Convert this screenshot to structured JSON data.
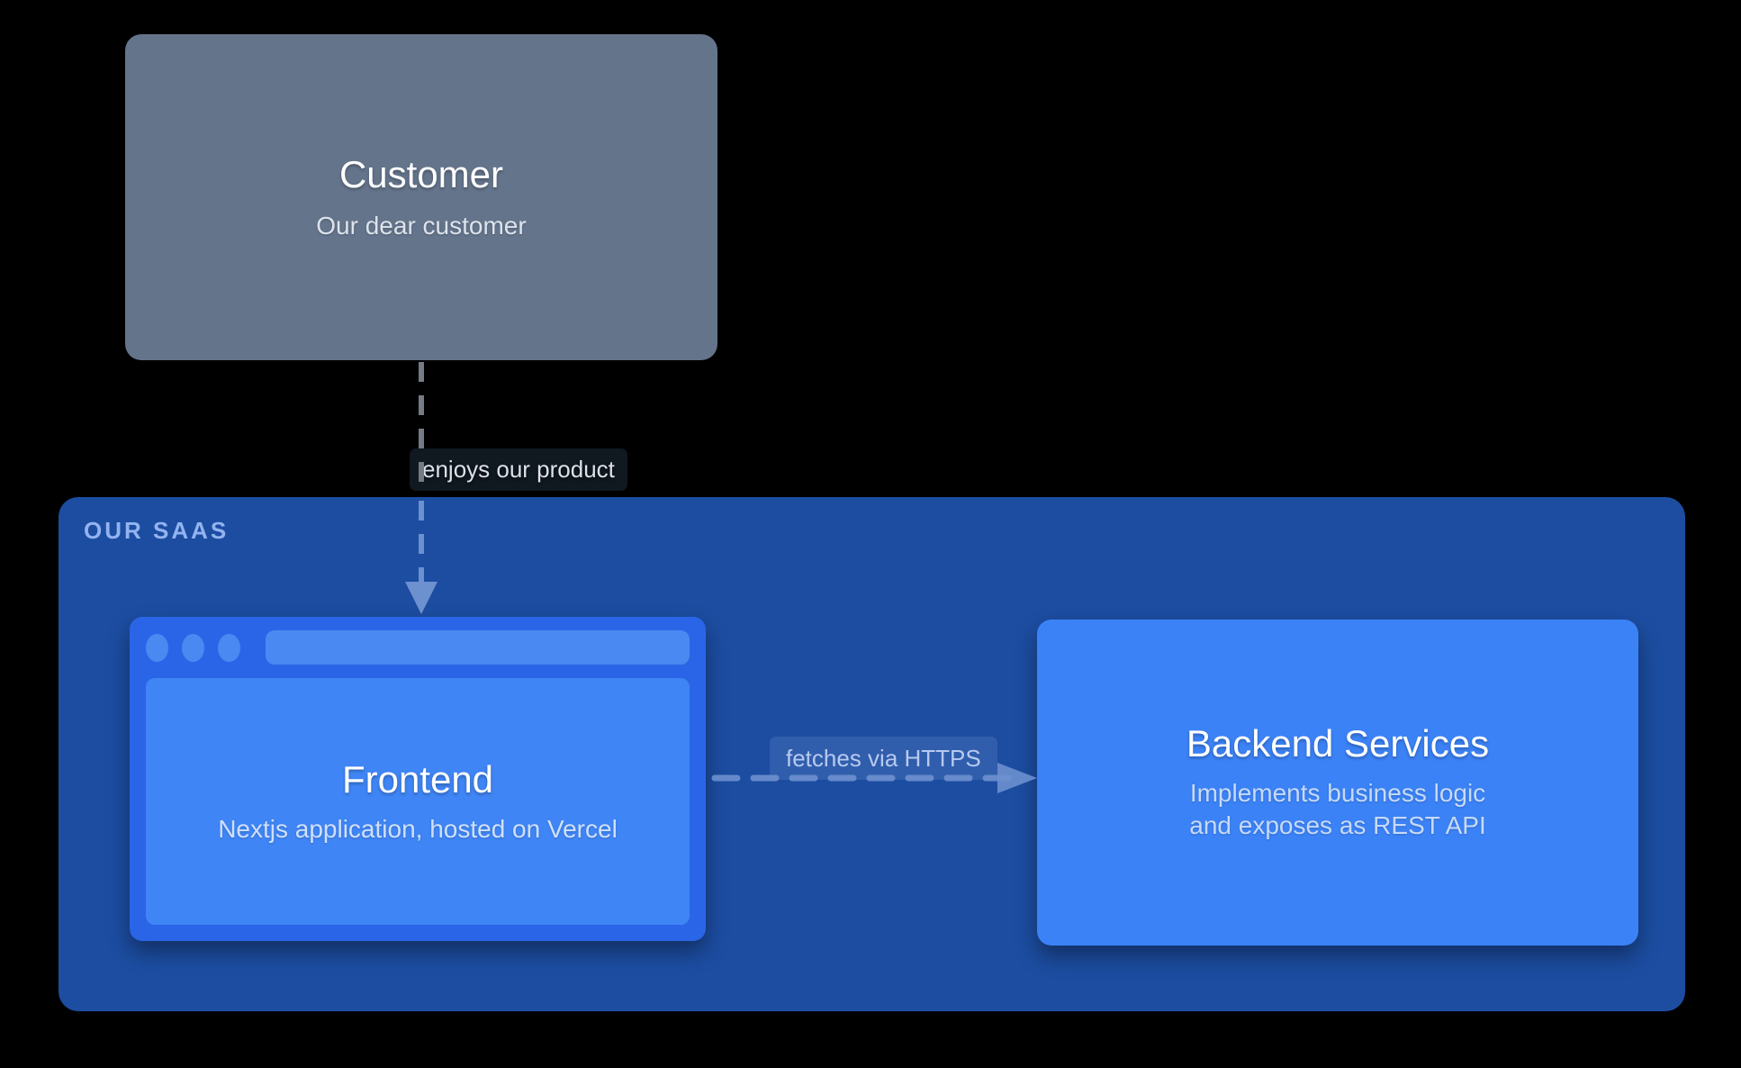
{
  "diagram": {
    "customer": {
      "title": "Customer",
      "subtitle": "Our dear customer"
    },
    "saas": {
      "label": "OUR SAAS"
    },
    "frontend": {
      "title": "Frontend",
      "subtitle": "Nextjs application, hosted on Vercel"
    },
    "backend": {
      "title": "Backend Services",
      "subtitle": "Implements business logic and exposes as REST API"
    },
    "edges": {
      "customer_frontend": {
        "label": "enjoys our product"
      },
      "frontend_backend": {
        "label": "fetches via HTTPS"
      }
    }
  },
  "colors": {
    "background": "#000000",
    "customer_box": "#64748b",
    "saas_container": "#1c4da1",
    "saas_label_text": "#93b3f0",
    "frontend_frame": "#2b65e7",
    "frontend_content": "#3f85f5",
    "browser_chrome_accent": "#4a89f2",
    "backend_box": "#3b82f6",
    "arrow_gray": "#757b83",
    "arrow_blue": "#6d90cf",
    "edge_label_dark_bg": "#111a22",
    "title_text": "#ffffff"
  }
}
